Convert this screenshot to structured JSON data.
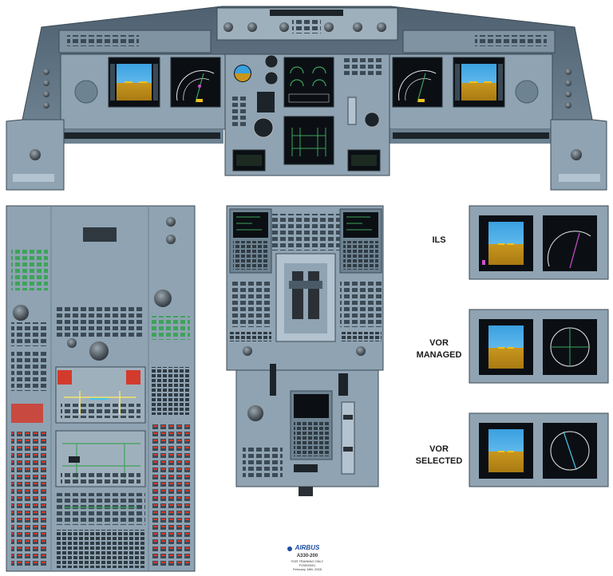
{
  "mode_labels": [
    {
      "line1": "ILS",
      "line2": ""
    },
    {
      "line1": "VOR",
      "line2": "MANAGED"
    },
    {
      "line1": "VOR",
      "line2": "SELECTED"
    }
  ],
  "footer": {
    "brand": "AIRBUS",
    "model": "A330-200",
    "training": "FOR TRAINING ONLY",
    "code": "FV0000001",
    "date": "February 18th, 2005"
  },
  "colors": {
    "panel": "#8fa3b2",
    "panel_dark": "#6e8392",
    "panel_light": "#b3c3cf",
    "glareshield": "#5d6f7e",
    "screen": "#0b0f14",
    "sky": "#3aa0e0",
    "ground": "#c8961e",
    "button_green": "#3da35a",
    "button_red": "#d23a2c",
    "accent_yellow": "#f2c21b"
  }
}
